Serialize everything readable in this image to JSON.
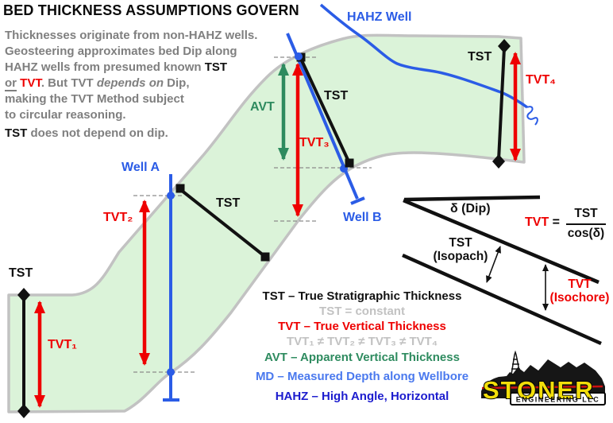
{
  "title": "BED THICKNESS ASSUMPTIONS GOVERN",
  "intro": {
    "line1": "Thicknesses originate from non-HAHZ wells.",
    "line2": "Geosteering approximates bed Dip along",
    "line3_pre": "HAHZ wells from presumed known ",
    "line3_tst": "TST",
    "line4_or": "or",
    "line4_sp": " ",
    "line4_tvt": "TVT",
    "line4_mid": ". But TVT ",
    "line4_italic": "depends on",
    "line4_end": " Dip,",
    "line5": "making the TVT Method subject",
    "line6": "to circular reasoning.",
    "note_bold": "TST",
    "note_rest": " does not depend on dip."
  },
  "labels": {
    "hahz_well": "HAHZ Well",
    "well_a": "Well A",
    "well_b": "Well B",
    "tst_left": "TST",
    "tst_mid": "TST",
    "tst_upper": "TST",
    "tst_right": "TST",
    "tvt1": "TVT₁",
    "tvt2": "TVT₂",
    "tvt3": "TVT₃",
    "tvt4": "TVT₄",
    "avt": "AVT"
  },
  "inset": {
    "dip": "δ (Dip)",
    "isopach_top": "TST",
    "isopach_bottom": "(Isopach)",
    "isochore_top": "TVT",
    "isochore_bottom": "(Isochore)",
    "formula_lhs": "TVT",
    "formula_eq": " =",
    "formula_numerator": "TST",
    "formula_denominator": "cos(δ)"
  },
  "legend": {
    "tst_title": "TST – True Stratigraphic Thickness",
    "tst_note": "TST = constant",
    "tvt_title": "TVT – True Vertical Thickness",
    "tvt_note": "TVT₁ ≠ TVT₂ ≠ TVT₃ ≠ TVT₄",
    "avt_title": "AVT – Apparent Vertical Thickness",
    "md_title": "MD – Measured Depth along Wellbore",
    "hahz_title": "HAHZ – High Angle, Horizontal"
  },
  "logo": {
    "name": "STONER",
    "subtitle": "ENGINEERING LLC"
  },
  "colors": {
    "red": "#ee0000",
    "green": "#2e8b5f",
    "well_blue": "#2b5ce6",
    "md_blue": "#4a79ee",
    "hahz_blue": "#1c1cce",
    "text_gray": "#7f7f7f",
    "light_gray": "#c2c2c2",
    "bed_fill": "#dbf3d9",
    "bed_border": "#c2c2c2",
    "logo_yellow": "#f2de0a",
    "logo_red": "#cc1111"
  }
}
